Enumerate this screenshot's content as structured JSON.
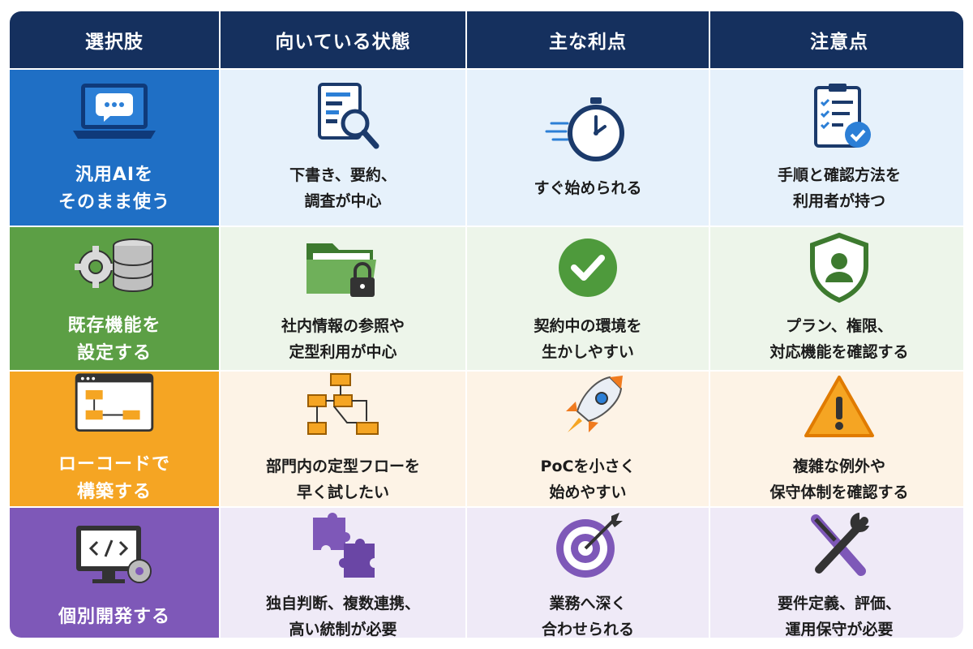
{
  "header": [
    "選択肢",
    "向いている状態",
    "主な利点",
    "注意点"
  ],
  "rows": [
    {
      "option": "汎用AIを\nそのまま使う",
      "state": "下書き、要約、\n調査が中心",
      "benefit": "すぐ始められる",
      "caution": "手順と確認方法を\n利用者が持つ",
      "icons": [
        "laptop-chat-icon",
        "document-search-icon",
        "stopwatch-icon",
        "checklist-icon"
      ],
      "color": "#1f6fc5"
    },
    {
      "option": "既存機能を\n設定する",
      "state": "社内情報の参照や\n定型利用が中心",
      "benefit": "契約中の環境を\n生かしやすい",
      "caution": "プラン、権限、\n対応機能を確認する",
      "icons": [
        "gear-database-icon",
        "locked-folder-icon",
        "checkmark-circle-icon",
        "shield-user-icon"
      ],
      "color": "#5c9f45"
    },
    {
      "option": "ローコードで\n構築する",
      "state": "部門内の定型フローを\n早く試したい",
      "benefit": "PoCを小さく\n始めやすい",
      "caution": "複雑な例外や\n保守体制を確認する",
      "icons": [
        "flow-window-icon",
        "flowchart-icon",
        "rocket-icon",
        "warning-icon"
      ],
      "color": "#f5a523"
    },
    {
      "option": "個別開発する",
      "state": "独自判断、複数連携、\n高い統制が必要",
      "benefit": "業務へ深く\n合わせられる",
      "caution": "要件定義、評価、\n運用保守が必要",
      "icons": [
        "code-monitor-icon",
        "puzzle-icon",
        "target-icon",
        "wrench-screwdriver-icon"
      ],
      "color": "#7e58b8"
    }
  ]
}
